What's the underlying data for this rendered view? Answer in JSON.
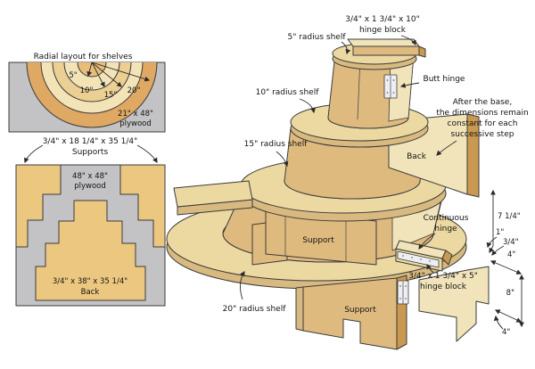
{
  "radial": {
    "title": "Radial layout for shelves",
    "r5": "5\"",
    "r10": "10\"",
    "r15": "15\"",
    "r20": "20\"",
    "plywood1": "21\" x 48\"",
    "plywood2": "plywood"
  },
  "supports_inset": {
    "title1": "3/4\" x 18 1/4\" x 35 1/4\"",
    "title2": "Supports",
    "plywood1": "48\" x 48\"",
    "plywood2": "plywood",
    "back1": "3/4\" x 38\" x 35 1/4\"",
    "back2": "Back"
  },
  "main": {
    "shelf5": "5\" radius shelf",
    "shelf10": "10\" radius shelf",
    "shelf15": "15\" radius shelf",
    "shelf20": "20\" radius shelf",
    "hinge_block_10_1": "3/4\" x 1 3/4\" x 10\"",
    "hinge_block_10_2": "hinge block",
    "butt_hinge": "Butt hinge",
    "note1": "After the base,",
    "note2": "the dimensions remain",
    "note3": "constant for each",
    "note4": "successive step",
    "back_label": "Back",
    "support_mid": "Support",
    "support_low": "Support",
    "cont_hinge1": "Continuous",
    "cont_hinge2": "hinge",
    "hinge_block_5_1": "3/4\" x 1 3/4\" x 5\"",
    "hinge_block_5_2": "hinge block"
  },
  "dims": {
    "h_step": "7 1/4\"",
    "d1": "1\"",
    "d34": "3/4\"",
    "d4a": "4\"",
    "d8": "8\"",
    "d4b": "4\""
  },
  "colors": {
    "cream": "#ecd8a1",
    "side_cream": "#d8b97f",
    "tan": "#dfba7f",
    "tan_dark": "#c9994f",
    "panel_light": "#f1e4ba",
    "gray_plywood": "#c3c2c4",
    "inset_tan": "#ecc77f",
    "ring_dark": "#dfa863",
    "ring_cream": "#f3e4b8",
    "ring_mid": "#eccf92",
    "ring_inner": "#e7bd79",
    "hinge_metal": "#edeff3",
    "outline": "#3b3b3b"
  }
}
